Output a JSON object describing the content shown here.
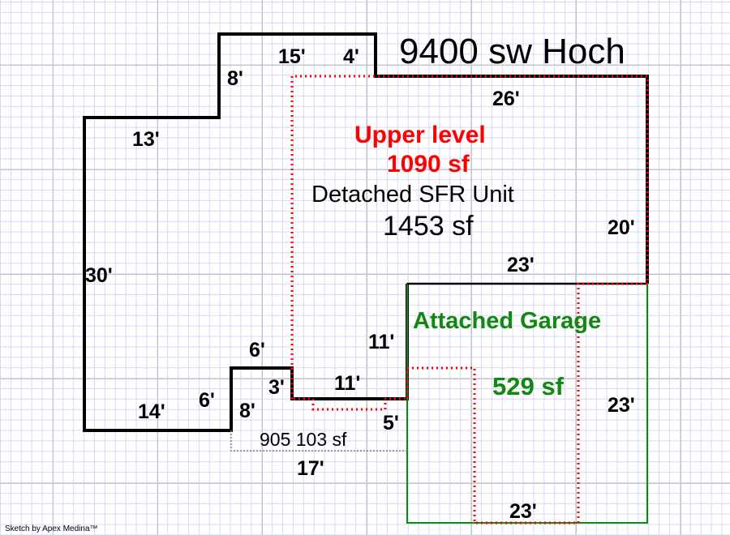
{
  "title": "9400 sw Hoch",
  "upper_level": {
    "label": "Upper level",
    "area": "1090 sf"
  },
  "main_unit": {
    "label": "Detached SFR Unit",
    "area": "1453 sf"
  },
  "garage": {
    "label": "Attached Garage",
    "area": "529 sf"
  },
  "extra_area": "905 103 sf",
  "dimensions": {
    "d15": "15'",
    "d4": "4'",
    "d8a": "8'",
    "d26": "26'",
    "d13": "13'",
    "d20": "20'",
    "d30": "30'",
    "d23a": "23'",
    "d11a": "11'",
    "d6a": "6'",
    "d3": "3'",
    "d11b": "11'",
    "d6b": "6'",
    "d14": "14'",
    "d8b": "8'",
    "d5": "5'",
    "d17": "17'",
    "d23b": "23'",
    "d23c": "23'"
  },
  "credit": "Sketch by Apex Medina™",
  "colors": {
    "outline": "#000000",
    "upper": "#ff0000",
    "garage": "#118811",
    "aux": "#808080"
  }
}
